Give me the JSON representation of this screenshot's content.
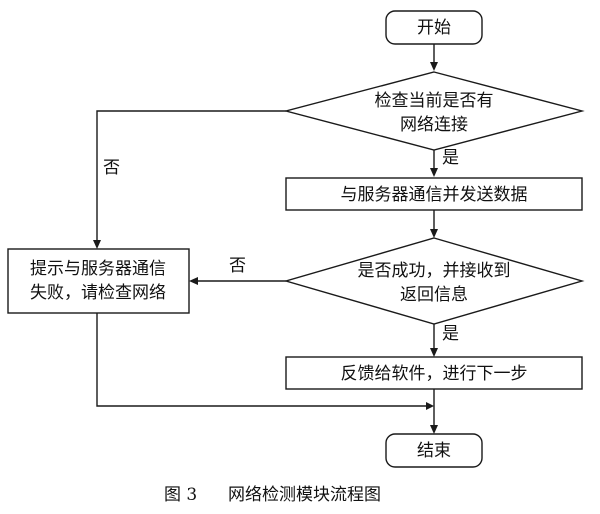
{
  "nodes": {
    "start": {
      "label": "开始"
    },
    "check_network": {
      "line1": "检查当前是否有",
      "line2": "网络连接"
    },
    "send_data": {
      "label": "与服务器通信并发送数据"
    },
    "check_success": {
      "line1": "是否成功，并接收到",
      "line2": "返回信息"
    },
    "error_prompt": {
      "line1": "提示与服务器通信",
      "line2": "失败，请检查网络"
    },
    "feedback": {
      "label": "反馈给软件，进行下一步"
    },
    "end": {
      "label": "结束"
    }
  },
  "edges": {
    "yes_1": "是",
    "no_1": "否",
    "yes_2": "是",
    "no_2": "否"
  },
  "caption": {
    "figure": "图 3",
    "title": "网络检测模块流程图"
  }
}
